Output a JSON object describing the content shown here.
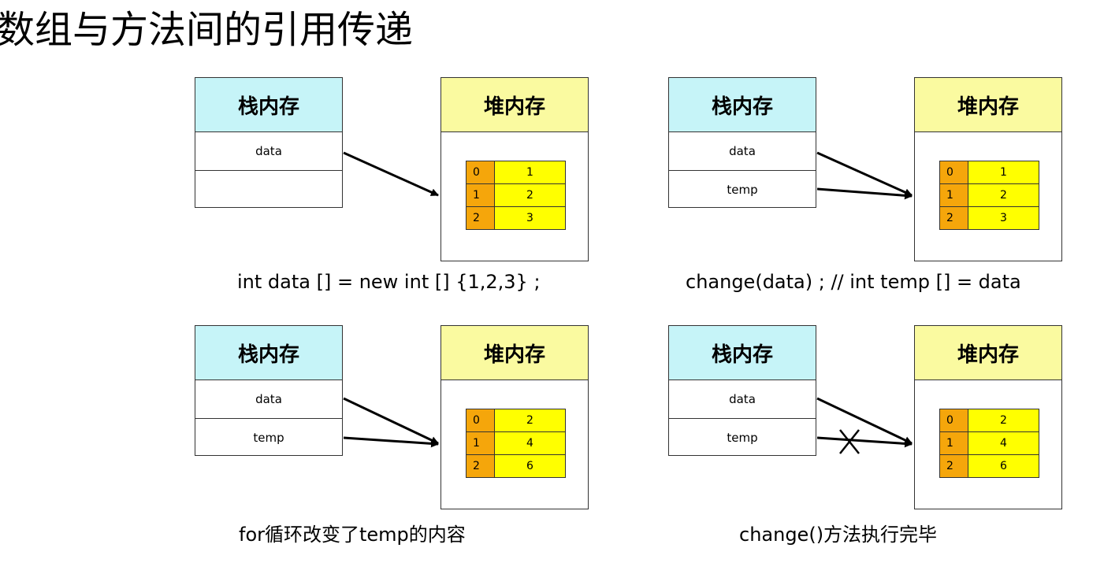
{
  "title": "数组与方法间的引用传递",
  "panels": [
    {
      "stack_label": "栈内存",
      "heap_label": "堆内存",
      "stack_vars": [
        "data",
        ""
      ],
      "array": [
        [
          "0",
          "1"
        ],
        [
          "1",
          "2"
        ],
        [
          "2",
          "3"
        ]
      ],
      "caption": "int data [] = new int [] {1,2,3} ;"
    },
    {
      "stack_label": "栈内存",
      "heap_label": "堆内存",
      "stack_vars": [
        "data",
        "temp"
      ],
      "array": [
        [
          "0",
          "1"
        ],
        [
          "1",
          "2"
        ],
        [
          "2",
          "3"
        ]
      ],
      "caption": "change(data) ; // int temp [] = data"
    },
    {
      "stack_label": "栈内存",
      "heap_label": "堆内存",
      "stack_vars": [
        "data",
        "temp"
      ],
      "array": [
        [
          "0",
          "2"
        ],
        [
          "1",
          "4"
        ],
        [
          "2",
          "6"
        ]
      ],
      "caption": "for循环改变了temp的内容"
    },
    {
      "stack_label": "栈内存",
      "heap_label": "堆内存",
      "stack_vars": [
        "data",
        "temp"
      ],
      "array": [
        [
          "0",
          "2"
        ],
        [
          "1",
          "4"
        ],
        [
          "2",
          "6"
        ]
      ],
      "caption": "change()方法执行完毕"
    }
  ],
  "colors": {
    "stack_header": "#c6f4f8",
    "heap_header": "#fafaa0",
    "index_cell": "#f5a60b",
    "value_cell": "#ffff00"
  }
}
